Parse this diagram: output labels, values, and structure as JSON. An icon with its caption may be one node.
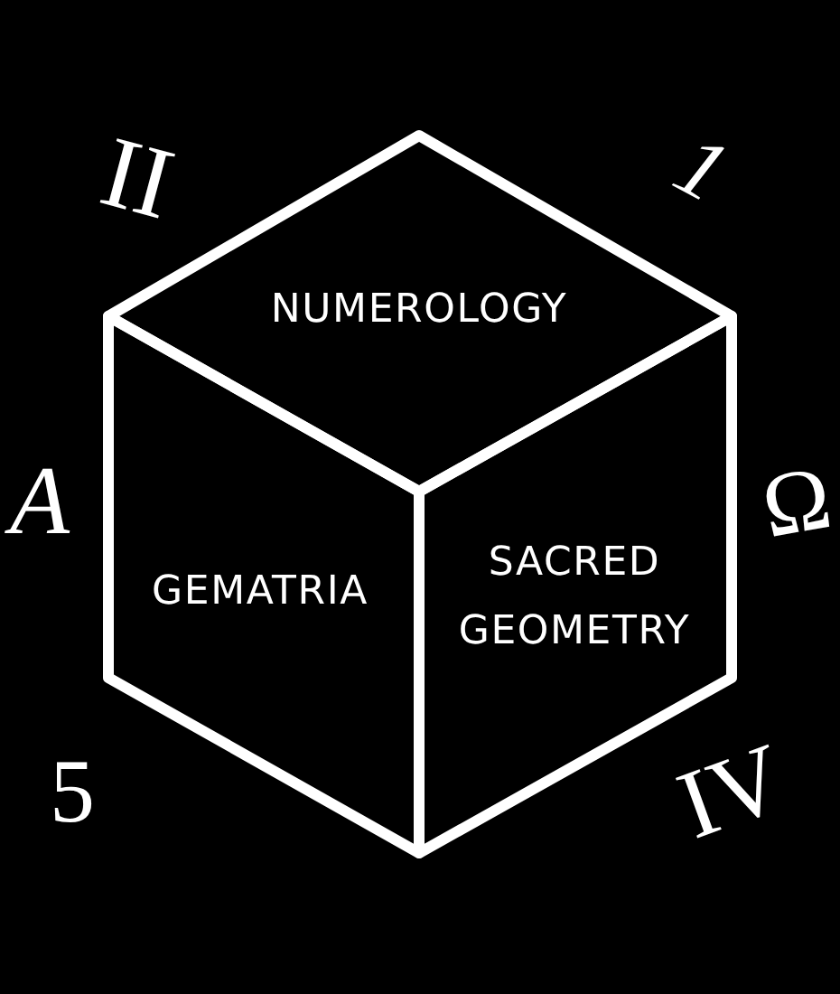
{
  "diagram": {
    "nodes": [
      {
        "text": [
          "NUMEROLOGY"
        ]
      },
      {
        "text": [
          "GEMATRIA"
        ]
      },
      {
        "text": [
          "SACRED GEOMETRY"
        ]
      }
    ],
    "labels": [
      "II",
      "1",
      "A",
      "Ω",
      "5",
      "IV"
    ]
  }
}
